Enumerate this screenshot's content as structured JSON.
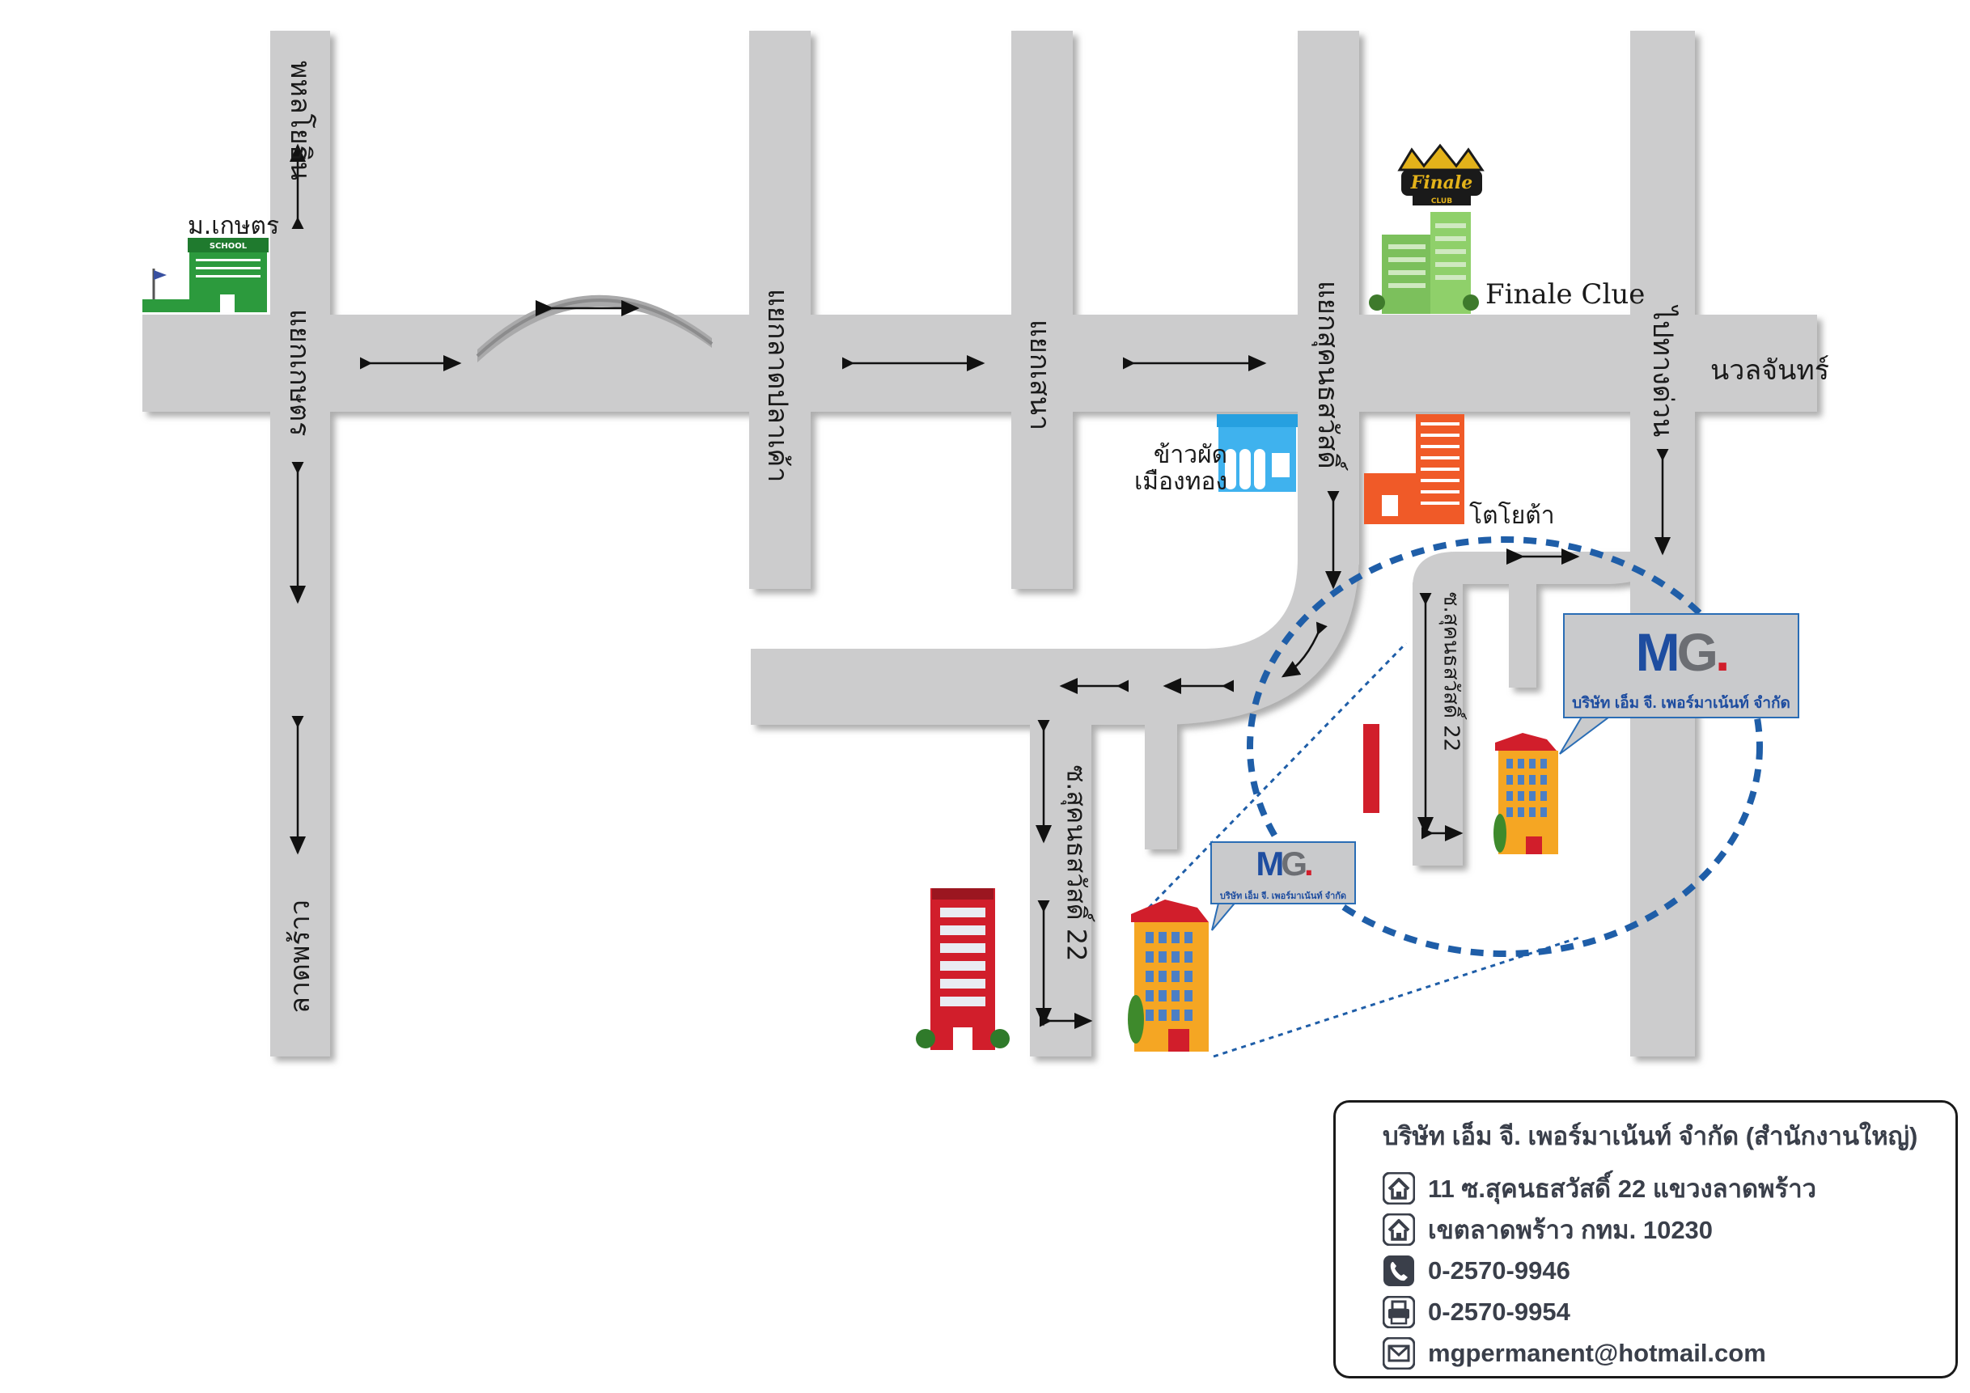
{
  "roads": {
    "left_vertical_top": "พหลโยธิน",
    "left_vertical_mid": "แยกเกษตร",
    "left_vertical_bottom": "ลาดพร้าว",
    "mid1_vertical": "แยกลาดปลาเค้า",
    "mid2_vertical": "แยกเสนา",
    "mid3_vertical": "แยกสุคนธสวัสดิ์",
    "right_vertical": "ไปทางด่วน",
    "right_end": "นวลจันทร์",
    "soi_main": "ซ.สุคนธสวัสดิ์ 22",
    "soi_zoom": "ซ.สุคนธสวัสดิ์ 22"
  },
  "landmarks": {
    "university": "ม.เกษตร",
    "school_sign": "SCHOOL",
    "finale_crown": "Finale",
    "finale_crown_small": "CLUB",
    "finale_label": "Finale Clue",
    "rice_shop_line1": "ข้าวผัด",
    "rice_shop_line2": "เมืองทอง",
    "toyota": "โตโยต้า"
  },
  "company_card": {
    "logo_m": "M",
    "logo_g": "G",
    "logo_dot": ".",
    "name": "บริษัท เอ็ม จี. เพอร์มาเน้นท์ จำกัด"
  },
  "info": {
    "title": "บริษัท เอ็ม จี. เพอร์มาเน้นท์ จำกัด (สำนักงานใหญ่)",
    "address1": "11 ซ.สุคนธสวัสดิ์ 22 แขวงลาดพร้าว",
    "address2": "เขตลาดพร้าว กทม. 10230",
    "phone": "0-2570-9946",
    "fax": "0-2570-9954",
    "email": "mgpermanent@hotmail.com"
  },
  "icons": {
    "address1": "home-icon",
    "address2": "home-icon",
    "phone": "phone-icon",
    "fax": "fax-icon",
    "email": "email-icon"
  },
  "colors": {
    "road": "#cccccd",
    "road_shadow": "#9a9a9b",
    "dotted_circle": "#1f5ea8",
    "card_border": "#2a6db5",
    "logo_blue": "#1e4da0",
    "logo_red": "#d11e2b"
  }
}
